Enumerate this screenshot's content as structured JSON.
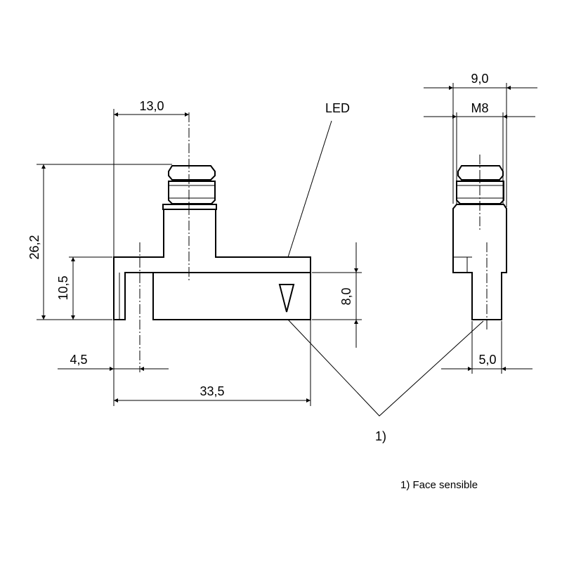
{
  "dimensions": {
    "width_connector": "13,0",
    "total_height": "26,2",
    "body_height": "10,5",
    "slot_width": "4,5",
    "total_length": "33,5",
    "face_height": "8,0",
    "connector_width": "9,0",
    "thread": "M8",
    "side_thickness": "5,0"
  },
  "labels": {
    "led": "LED",
    "footnote_marker": "1)",
    "footnote": "1) Face sensible"
  }
}
